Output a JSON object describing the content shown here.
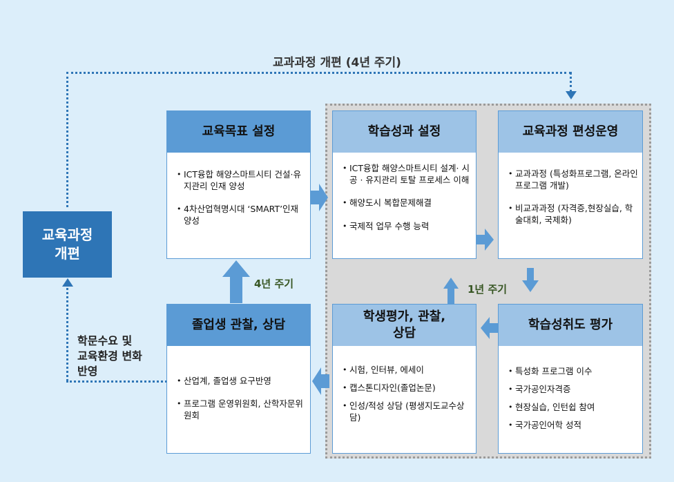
{
  "top_label": "교과과정 개편 (4년 주기)",
  "main_box": {
    "line1": "교육과정",
    "line2": "개편"
  },
  "side_note": {
    "line1": "학문수요 및",
    "line2": "교육환경 변화",
    "line3": "반영"
  },
  "cycle_4yr": "4년 주기",
  "cycle_1yr": "1년 주기",
  "boxes": {
    "goal": {
      "title": "교육목표 설정",
      "items": [
        "ICT융합 해양스마트시티 건설·유지관리 인재 양성",
        "4차산업혁명시대 ‘SMART’인재 양성"
      ]
    },
    "outcome": {
      "title": "학습성과 설정",
      "items": [
        "ICT융합 해양스마트시티 설계· 시공 · 유지관리 토탈 프로세스 이해",
        "해양도시 복합문제해결",
        "국제적 업무 수행 능력"
      ]
    },
    "curriculum": {
      "title": "교육과정 편성운영",
      "items": [
        "교과과정 (특성화프로그램, 온라인 프로그램 개발)",
        "비교과과정 (자격증,현장실습, 학술대회, 국제화)"
      ]
    },
    "graduate": {
      "title": "졸업생 관찰, 상담",
      "items": [
        "산업계, 졸업생 요구반영",
        "프로그램 운영위원회, 산학자문위원회"
      ]
    },
    "evaluation": {
      "title_line1": "학생평가, 관찰,",
      "title_line2": "상담",
      "items": [
        "시험, 인터뷰, 에세이",
        "캡스톤디자인(졸업논문)",
        "인성/적성 상담 (평생지도교수상담)"
      ]
    },
    "achievement": {
      "title": "학습성취도 평가",
      "items": [
        "특성화 프로그램 이수",
        "국가공인자격증",
        "현장실습, 인턴쉽 참여",
        "국가공인어학 성적"
      ]
    }
  },
  "colors": {
    "dark_blue": "#2e75b6",
    "mid_blue": "#5b9bd5",
    "light_blue": "#9dc3e6",
    "background": "#dceefa"
  }
}
